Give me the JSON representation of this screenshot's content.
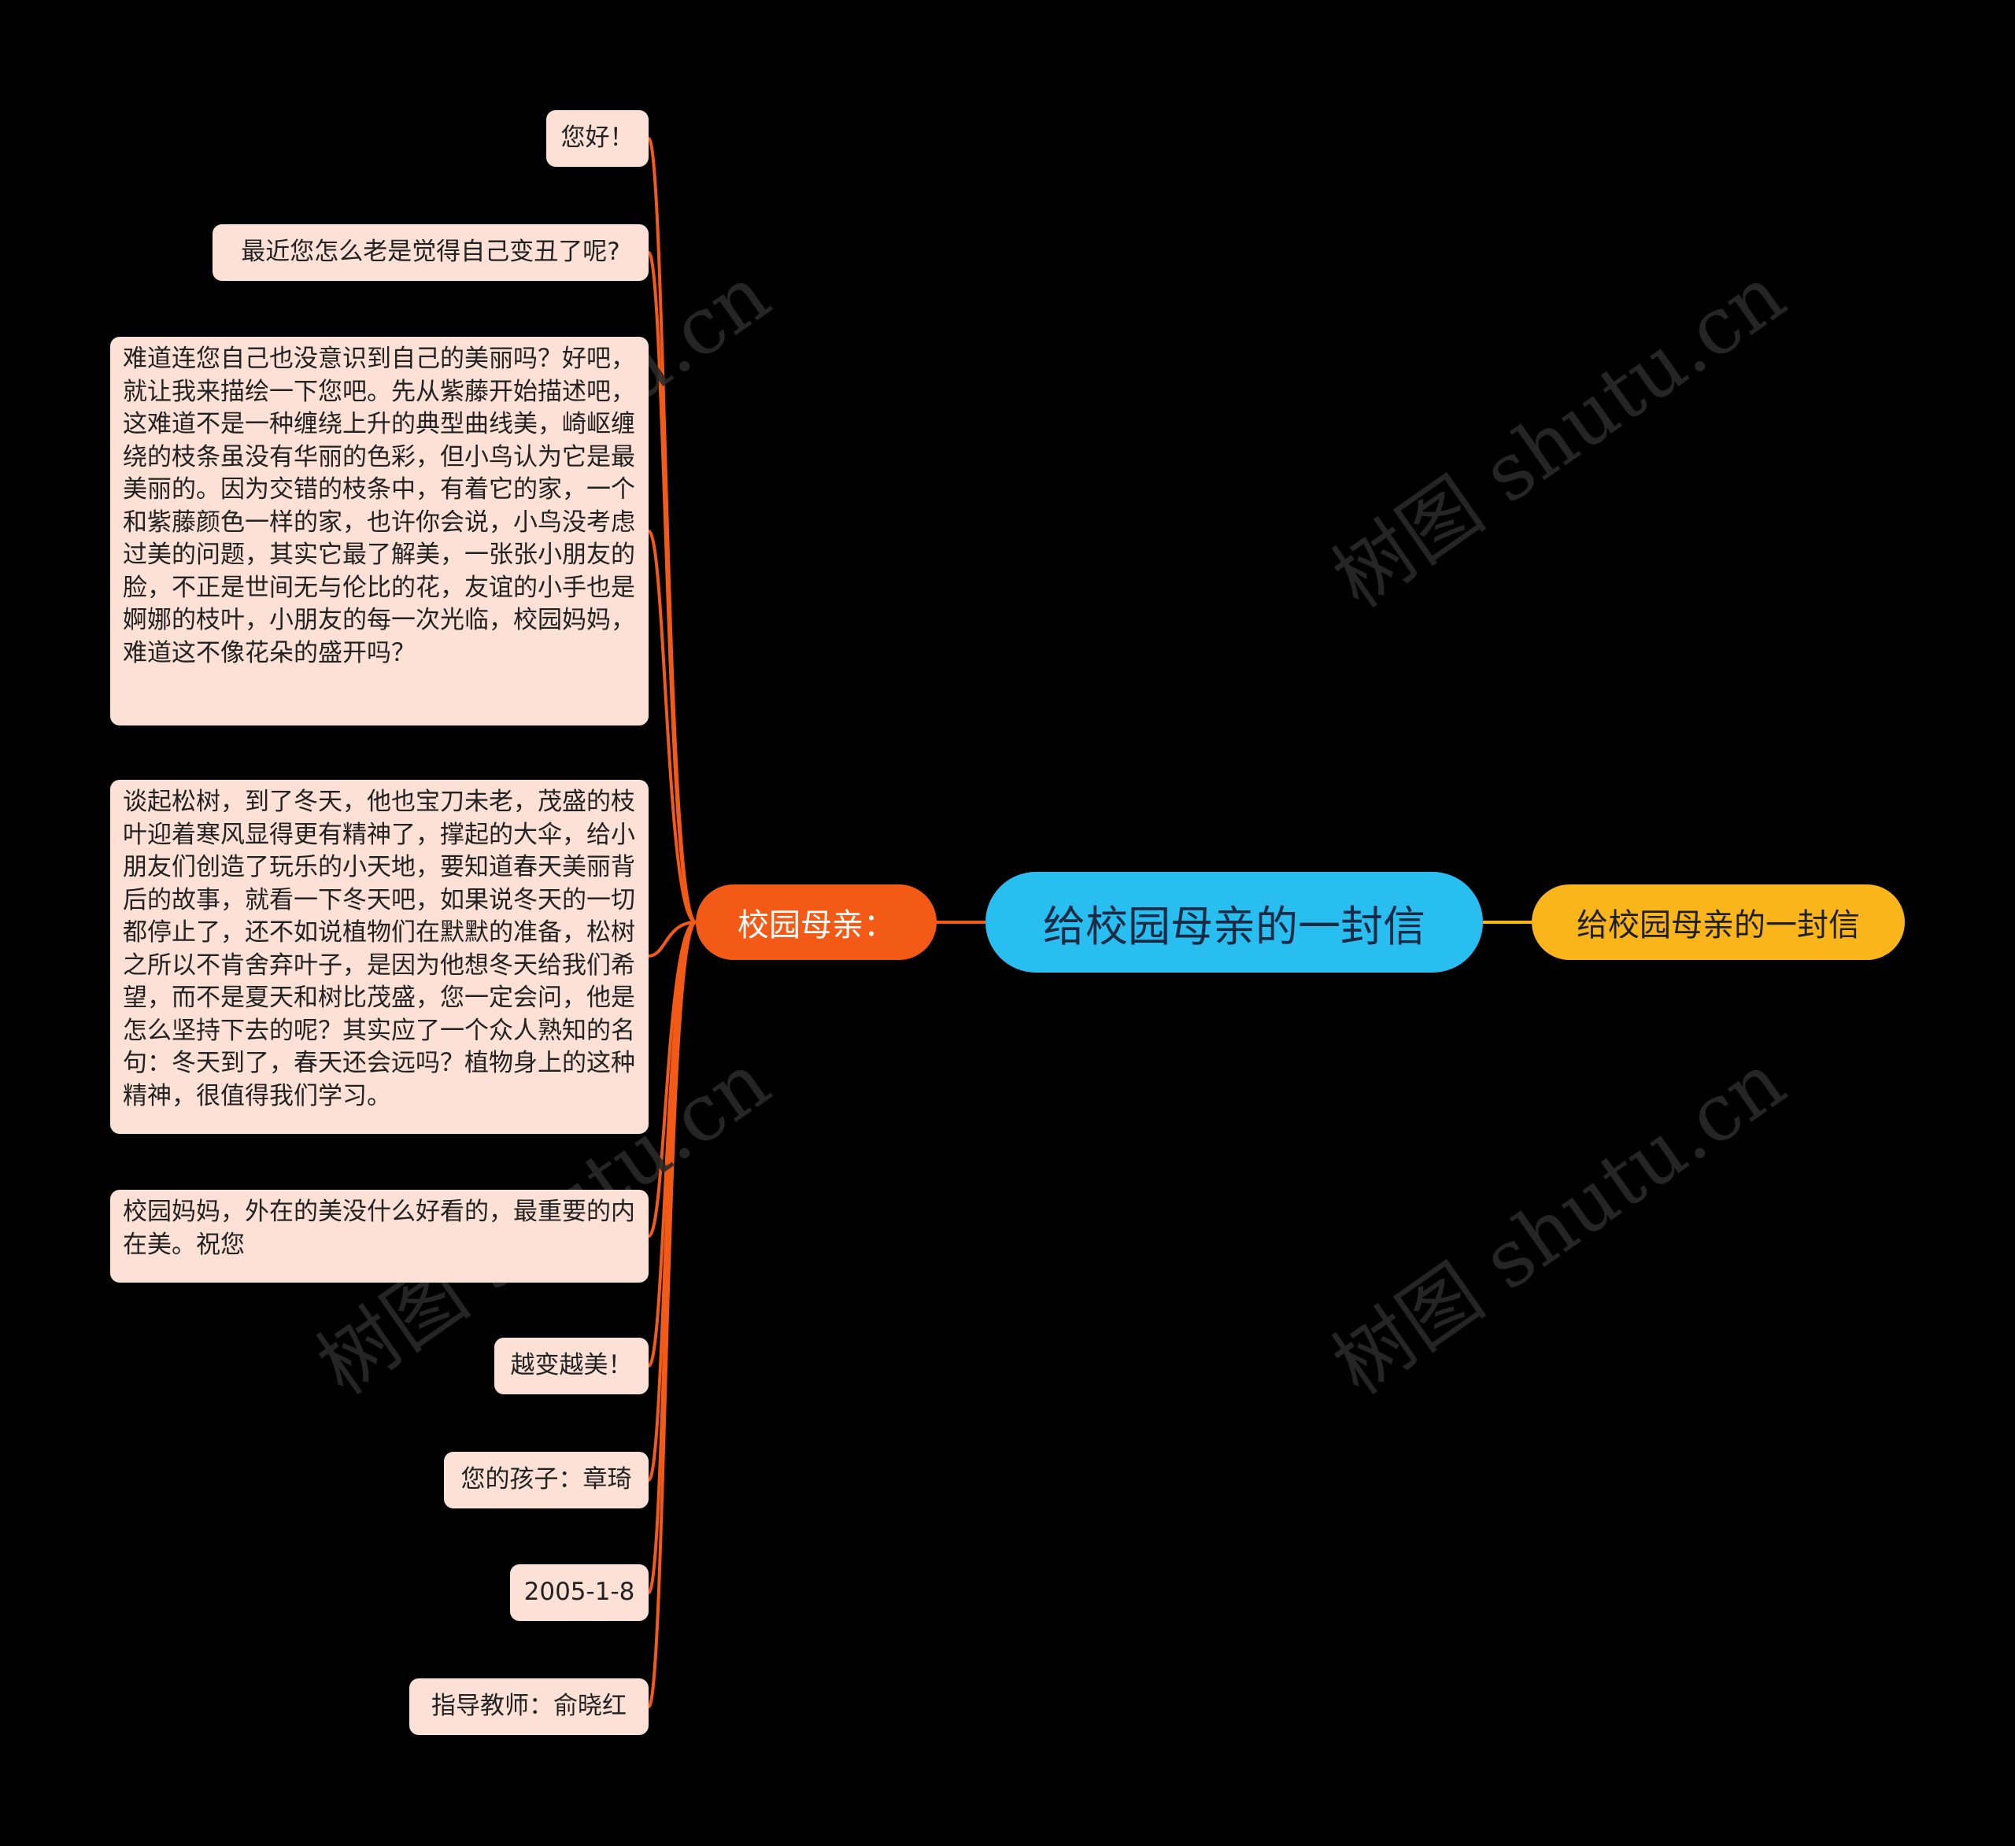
{
  "root": {
    "label": "给校园母亲的一封信"
  },
  "right_branch": {
    "label": "给校园母亲的一封信"
  },
  "left_branch": {
    "label": "校园母亲："
  },
  "leaves": [
    "您好！",
    "最近您怎么老是觉得自己变丑了呢?",
    "难道连您自己也没意识到自己的美丽吗？好吧，就让我来描绘一下您吧。先从紫藤开始描述吧，这难道不是一种缠绕上升的典型曲线美，崎岖缠绕的枝条虽没有华丽的色彩，但小鸟认为它是最美丽的。因为交错的枝条中，有着它的家，一个和紫藤颜色一样的家，也许你会说，小鸟没考虑过美的问题，其实它最了解美，一张张小朋友的脸，不正是世间无与伦比的花，友谊的小手也是婀娜的枝叶，小朋友的每一次光临，校园妈妈，难道这不像花朵的盛开吗？",
    "谈起松树，到了冬天，他也宝刀未老，茂盛的枝叶迎着寒风显得更有精神了，撑起的大伞，给小朋友们创造了玩乐的小天地，要知道春天美丽背后的故事，就看一下冬天吧，如果说冬天的一切都停止了，还不如说植物们在默默的准备，松树之所以不肯舍弃叶子，是因为他想冬天给我们希望，而不是夏天和树比茂盛，您一定会问，他是怎么坚持下去的呢？其实应了一个众人熟知的名句：冬天到了，春天还会远吗？植物身上的这种精神，很值得我们学习。",
    "校园妈妈，外在的美没什么好看的，最重要的内在美。祝您",
    "越变越美！",
    "您的孩子：章琦",
    "2005-1-8",
    "指导教师：俞晓红"
  ],
  "watermark": "树图 shutu.cn",
  "colors": {
    "background": "#000000",
    "root": "#29BEF0",
    "right_branch": "#F9B51A",
    "left_branch": "#F35A16",
    "leaf": "#FDE1D6",
    "left_connector": "#F35A16",
    "right_connector": "#F9B51A"
  }
}
